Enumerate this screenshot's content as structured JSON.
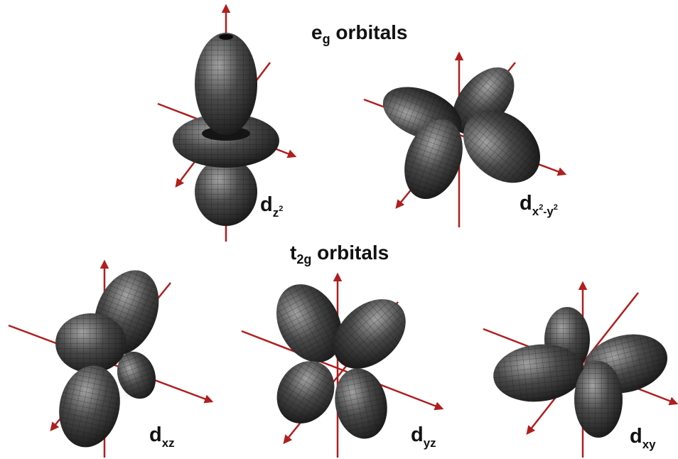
{
  "headings": {
    "eg": {
      "main": "e",
      "sub": "g",
      "rest": " orbitals"
    },
    "t2g": {
      "main": "t",
      "sub": "2g",
      "rest": " orbitals"
    }
  },
  "orbitals": {
    "dz2": {
      "main": "d",
      "sub": "z",
      "sup": "2"
    },
    "dx2y2": {
      "main": "d",
      "sub1": "x",
      "sup1": "2",
      "dash": "-",
      "sub2": "y",
      "sup2": "2"
    },
    "dxz": {
      "main": "d",
      "sub": "xz"
    },
    "dyz": {
      "main": "d",
      "sub": "yz"
    },
    "dxy": {
      "main": "d",
      "sub": "xy"
    }
  },
  "colors": {
    "axis": "#b01e1e",
    "lobe_dark": "#1c1c1c",
    "lobe_light": "#9a9a9a",
    "mesh": "#0e0e0e"
  }
}
